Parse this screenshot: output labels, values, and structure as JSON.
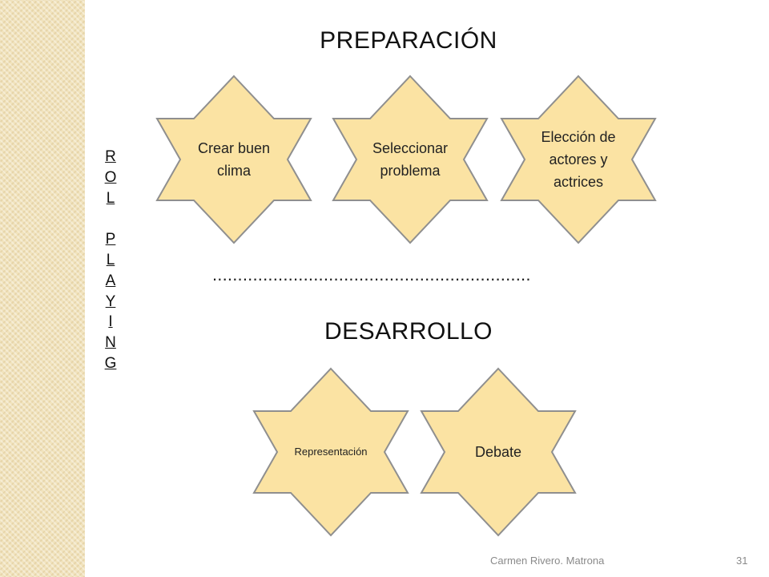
{
  "slide": {
    "title_top": "PREPARACIÓN",
    "title_bottom": "DESARROLLO",
    "vertical_letters": [
      "R",
      "O",
      "L",
      "",
      "P",
      "L",
      "A",
      "Y",
      "I",
      "N",
      "G"
    ],
    "dotted_separator": "...............................................................",
    "preparation_stars": [
      {
        "label": "Crear buen clima"
      },
      {
        "label": "Seleccionar problema"
      },
      {
        "label": "Elección de actores y actrices"
      }
    ],
    "development_stars": [
      {
        "label": "Representación"
      },
      {
        "label": "Debate"
      }
    ],
    "footer_author": "Carmen Rivero. Matrona",
    "footer_page": "31"
  },
  "colors": {
    "star_fill": "#fbe3a3",
    "star_stroke": "#8f8f8f",
    "side_strip": "#f1e3bd"
  }
}
